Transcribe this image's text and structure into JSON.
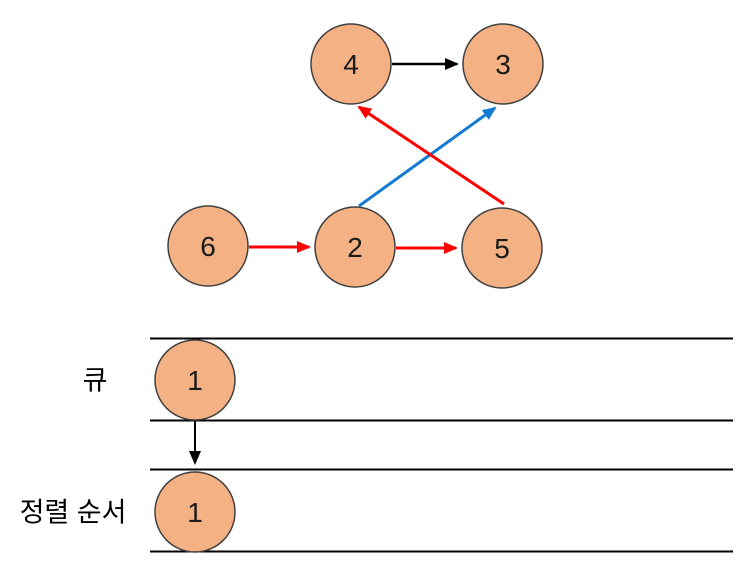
{
  "diagram_type": "topological-sort-step",
  "colors": {
    "node_fill": "#F4B183",
    "node_stroke": "#404040",
    "edge_black": "#000000",
    "edge_red": "#FF0000",
    "edge_blue": "#147AD2",
    "lane_line": "#000000"
  },
  "graph": {
    "nodes": [
      {
        "id": "n4",
        "value": "4"
      },
      {
        "id": "n3",
        "value": "3"
      },
      {
        "id": "n6",
        "value": "6"
      },
      {
        "id": "n2",
        "value": "2"
      },
      {
        "id": "n5",
        "value": "5"
      }
    ],
    "edges": [
      {
        "from": "4",
        "to": "3",
        "color": "black"
      },
      {
        "from": "6",
        "to": "2",
        "color": "red"
      },
      {
        "from": "2",
        "to": "5",
        "color": "red"
      },
      {
        "from": "5",
        "to": "4",
        "color": "red"
      },
      {
        "from": "2",
        "to": "3",
        "color": "blue"
      }
    ]
  },
  "queue": {
    "label": "큐",
    "items": [
      "1"
    ]
  },
  "sorted": {
    "label": "정렬 순서",
    "items": [
      "1"
    ]
  }
}
